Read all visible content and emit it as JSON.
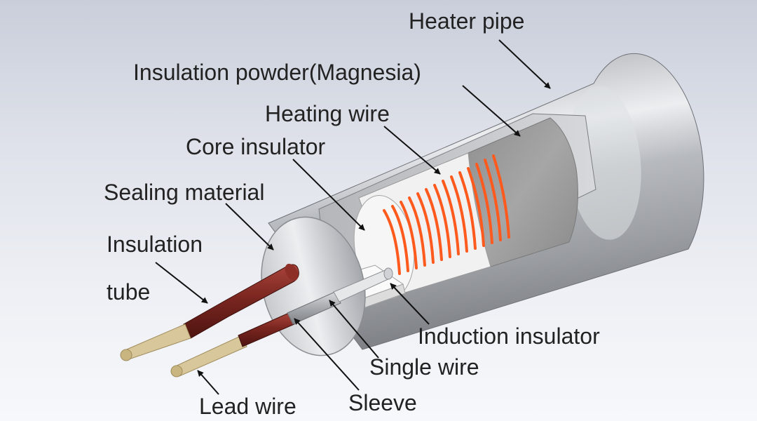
{
  "labels": {
    "heater_pipe": "Heater pipe",
    "insulation_powder": "Insulation powder(Magnesia)",
    "heating_wire": "Heating wire",
    "core_insulator": "Core insulator",
    "sealing_material": "Sealing material",
    "insulation_tube_line1": "Insulation",
    "insulation_tube_line2": "tube",
    "induction_insulator": "Induction insulator",
    "single_wire": "Single wire",
    "sleeve": "Sleeve",
    "lead_wire": "Lead wire"
  },
  "colors": {
    "pipe_metal": "#a9acb1",
    "pipe_highlight": "#eceef0",
    "magnesia_powder": "#9c9c9c",
    "heating_coil": "#ff5a1e",
    "core_insulator": "#f2f2f2",
    "insulation_tube": "#7a2620",
    "lead_wire": "#d8c79a",
    "arrow": "#111111"
  }
}
